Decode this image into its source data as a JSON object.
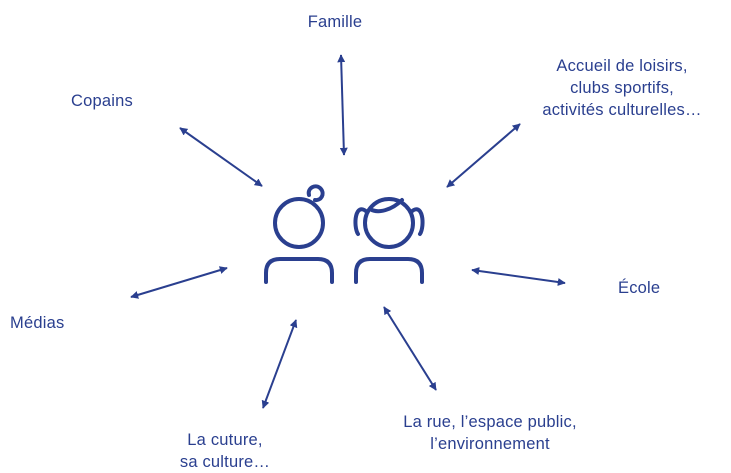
{
  "colors": {
    "primary": "#2a3f8f"
  },
  "icons": {
    "children": "two-children-icon"
  },
  "labels": {
    "famille": "Famille",
    "copains": "Copains",
    "accueil": [
      "Accueil de loisirs,",
      "clubs sportifs,",
      "activités culturelles…"
    ],
    "ecole": "École",
    "medias": "Médias",
    "culture": [
      "La cuture,",
      "sa culture…"
    ],
    "rue": [
      "La rue, l’espace public,",
      "l’environnement"
    ]
  }
}
